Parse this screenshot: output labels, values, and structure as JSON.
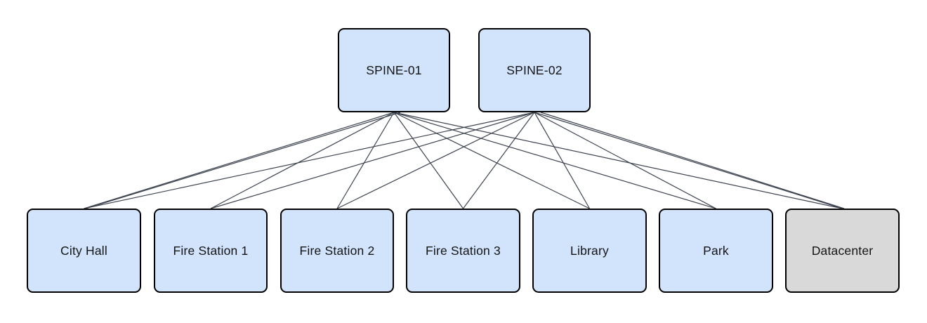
{
  "diagram": {
    "title": "spine-leaf-topology",
    "spine_row": [
      {
        "id": "spine-01",
        "label": "SPINE-01",
        "fill": "#d2e3fc"
      },
      {
        "id": "spine-02",
        "label": "SPINE-02",
        "fill": "#d2e3fc"
      }
    ],
    "leaf_row": [
      {
        "id": "city-hall",
        "label": "City Hall",
        "fill": "#d2e3fc"
      },
      {
        "id": "fire-station-1",
        "label": "Fire Station 1",
        "fill": "#d2e3fc"
      },
      {
        "id": "fire-station-2",
        "label": "Fire Station 2",
        "fill": "#d2e3fc"
      },
      {
        "id": "fire-station-3",
        "label": "Fire Station 3",
        "fill": "#d2e3fc"
      },
      {
        "id": "library",
        "label": "Library",
        "fill": "#d2e3fc"
      },
      {
        "id": "park",
        "label": "Park",
        "fill": "#d2e3fc"
      },
      {
        "id": "datacenter",
        "label": "Datacenter",
        "fill": "#d9d9d9"
      }
    ],
    "links": [
      {
        "from": "spine-01",
        "to": "city-hall",
        "count": 2
      },
      {
        "from": "spine-01",
        "to": "fire-station-1",
        "count": 1
      },
      {
        "from": "spine-01",
        "to": "fire-station-2",
        "count": 1
      },
      {
        "from": "spine-01",
        "to": "fire-station-3",
        "count": 1
      },
      {
        "from": "spine-01",
        "to": "library",
        "count": 1
      },
      {
        "from": "spine-01",
        "to": "park",
        "count": 1
      },
      {
        "from": "spine-01",
        "to": "datacenter",
        "count": 1
      },
      {
        "from": "spine-02",
        "to": "city-hall",
        "count": 1
      },
      {
        "from": "spine-02",
        "to": "fire-station-1",
        "count": 1
      },
      {
        "from": "spine-02",
        "to": "fire-station-2",
        "count": 1
      },
      {
        "from": "spine-02",
        "to": "fire-station-3",
        "count": 1
      },
      {
        "from": "spine-02",
        "to": "library",
        "count": 1
      },
      {
        "from": "spine-02",
        "to": "park",
        "count": 1
      },
      {
        "from": "spine-02",
        "to": "datacenter",
        "count": 2
      }
    ],
    "colors": {
      "node_fill_blue": "#d2e3fc",
      "node_fill_gray": "#d9d9d9",
      "node_border": "#000000",
      "node_text": "#141414",
      "link_stroke": "#3d4450",
      "background": "#ffffff"
    }
  }
}
